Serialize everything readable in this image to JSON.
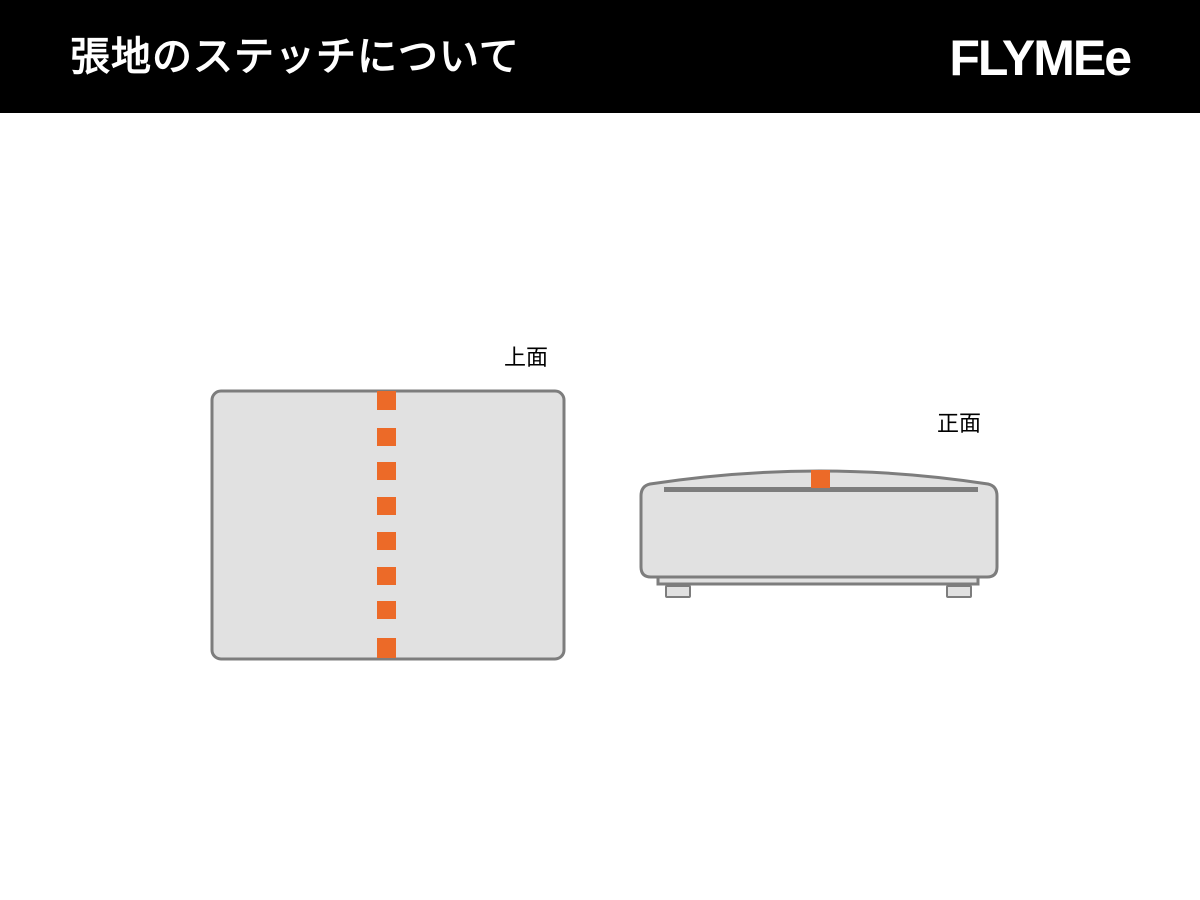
{
  "header": {
    "title": "張地のステッチについて",
    "brand": "FLYMEe"
  },
  "views": {
    "top_label": "上面",
    "front_label": "正面"
  },
  "colors": {
    "header_bg": "#000000",
    "header_text": "#ffffff",
    "cushion_fill": "#e1e1e1",
    "outline": "#7d7d7d",
    "stitch": "#ec6a28"
  }
}
